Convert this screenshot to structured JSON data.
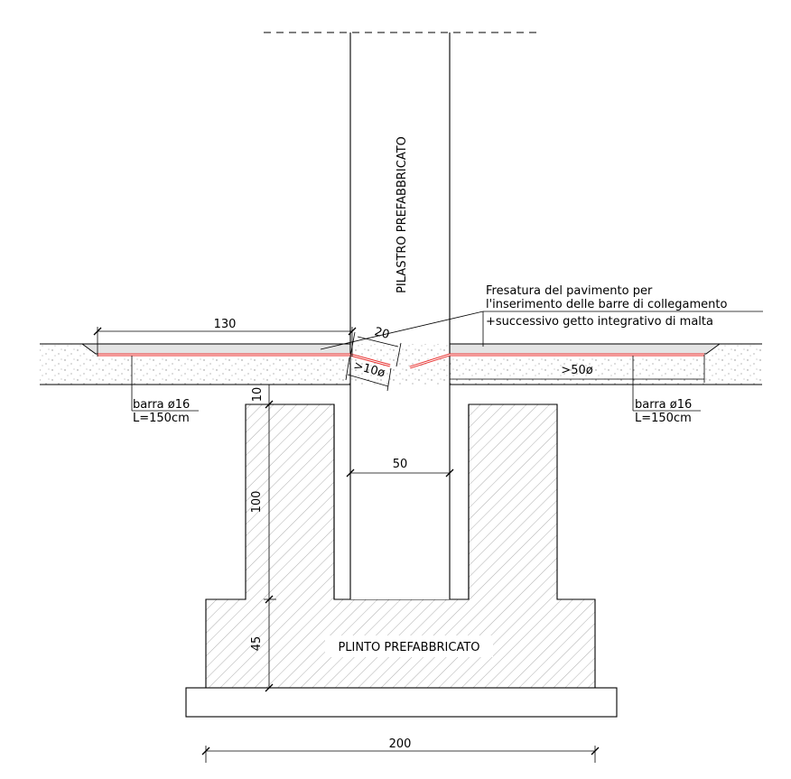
{
  "labels": {
    "column": "PILASTRO PREFABBRICATO",
    "plinth": "PLINTO PREFABBRICATO",
    "note_line1": "Fresatura del pavimento per",
    "note_line2": "l'inserimento delle barre di collegamento",
    "note_line3": "+successivo getto integrativo di malta",
    "left_bar_name": "barra ø16",
    "left_bar_length": "L=150cm",
    "right_bar_name": "barra ø16",
    "right_bar_length": "L=150cm"
  },
  "dimensions": {
    "d130": "130",
    "d20": "20",
    "d10phi": ">10ø",
    "d50phi": ">50ø",
    "d10": "10",
    "d50": "50",
    "d100": "100",
    "d45": "45",
    "d200": "200"
  },
  "colors": {
    "rebar": "#e8312f",
    "lines": "#000000",
    "hatch": "#9a9a9a",
    "slab_dots": "#8a8a8a",
    "milled_fill": "#e4e4e4"
  }
}
